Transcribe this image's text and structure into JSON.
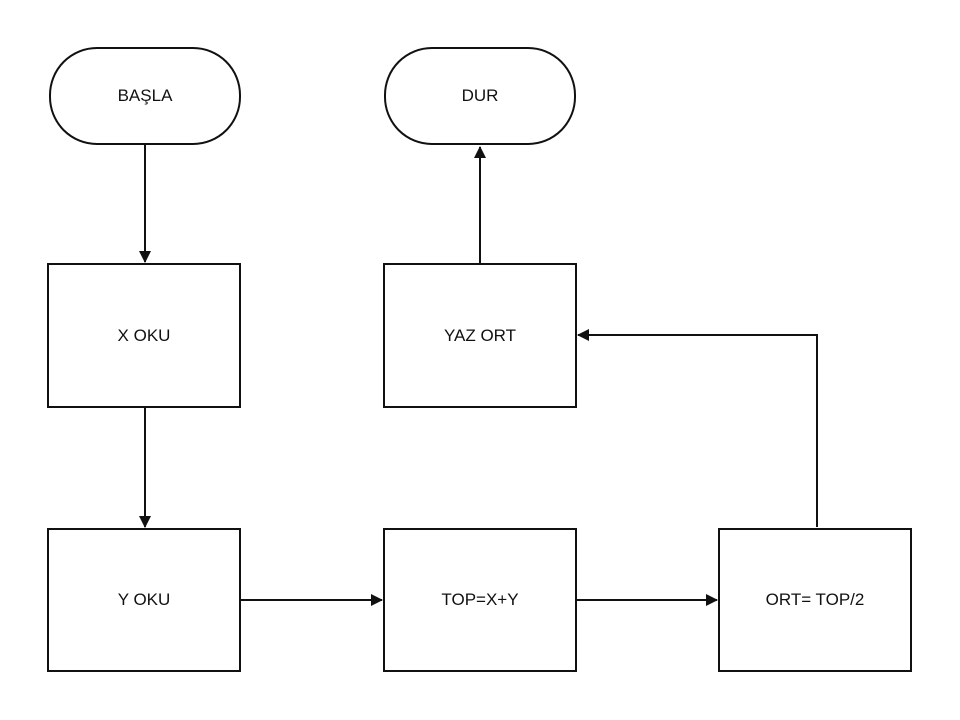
{
  "nodes": {
    "start": "BAŞLA",
    "stop": "DUR",
    "read_x": "X OKU",
    "read_y": "Y OKU",
    "sum": "TOP=X+Y",
    "average": "ORT= TOP/2",
    "print": "YAZ ORT"
  },
  "edges": [
    {
      "from": "start",
      "to": "read_x"
    },
    {
      "from": "read_x",
      "to": "read_y"
    },
    {
      "from": "read_y",
      "to": "sum"
    },
    {
      "from": "sum",
      "to": "average"
    },
    {
      "from": "average",
      "to": "print"
    },
    {
      "from": "print",
      "to": "stop"
    }
  ],
  "colors": {
    "stroke": "#111111",
    "background": "#ffffff"
  }
}
